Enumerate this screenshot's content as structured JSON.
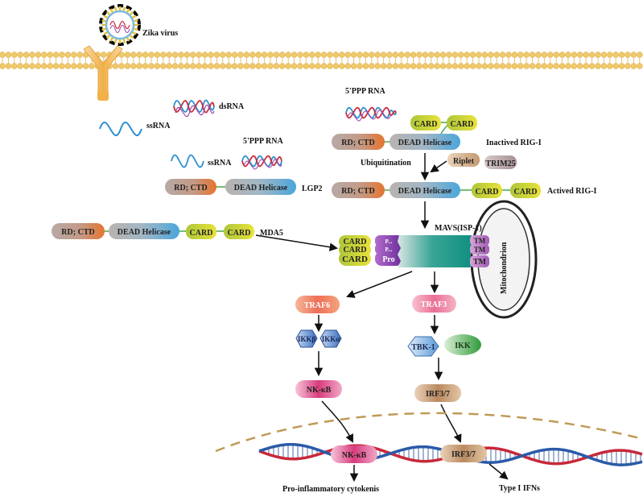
{
  "virus_label": "Zika virus",
  "rna": {
    "ssrna_left": "ssRNA",
    "dsrna": "dsRNA",
    "ssrna_lgp2": "ssRNA",
    "ppp_lgp2": "5'PPP RNA",
    "ppp_rig": "5'PPP RNA"
  },
  "domains": {
    "rd_ctd": "RD; CTD",
    "dead": "DEAD Helicase",
    "card": "CARD",
    "pro": "Pro",
    "pro_short": "P...",
    "tm": "TM"
  },
  "proteins": {
    "lgp2": "LGP2",
    "mda5": "MDA5",
    "inactive_rig": "Inactived RIG-I",
    "active_rig": "Actived RIG-I",
    "riplet": "Riplet",
    "trim25": "TRIM25",
    "ubiquitination": "Ubiquitination",
    "mavs": "MAVS(ISP-1)",
    "mitochondrion": "Mitochondrion",
    "traf6": "TRAF6",
    "traf3": "TRAF3",
    "ikkb": "IKKβ",
    "ikka": "IKKα",
    "tbk1": "TBK-1",
    "ikk": "IKK",
    "nfkb": "NK-κB",
    "nfkb_nucleus": "NK-κB",
    "irf": "IRF3/7",
    "irf_nucleus": "IRF3/7"
  },
  "outputs": {
    "cytokines": "Pro-inflammatory cytokenis",
    "ifn": "Type I IFNs"
  },
  "colors": {
    "membrane_head": "#f0c96a",
    "receptor": "#f0b055",
    "rd_ctd": "#e07a3a",
    "dead": "#5aa8d6",
    "card": "#d6dc3c",
    "traf": "#ee7a9a",
    "nfkb": "#e04a8a",
    "irf": "#c99a66",
    "ikk_hex": "#3a6fc0",
    "ikk_green": "#4aa84a",
    "mavs": "#1f9a8a",
    "pro": "#8a44b0",
    "nucleus": "#c09a56",
    "dna_red": "#c8283a",
    "dna_blue": "#2a5aa8"
  }
}
